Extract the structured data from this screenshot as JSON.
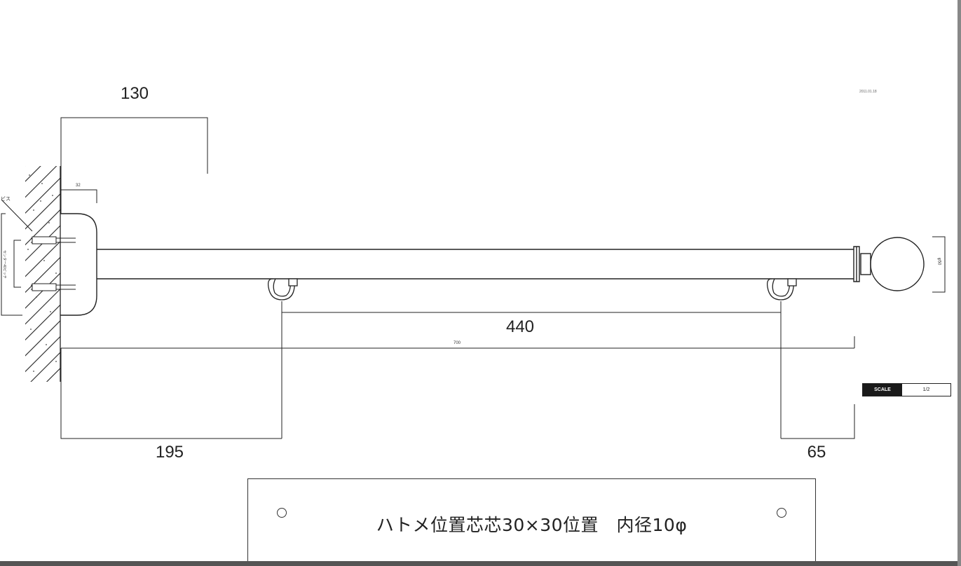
{
  "drawing": {
    "dimensions": {
      "bracket_depth": "130",
      "plate_offset": "32",
      "bracket_spacing": "440",
      "overall_length": "700",
      "wall_to_first_bracket": "195",
      "bracket_to_end": "65",
      "finial_diameter": "φ50"
    },
    "date_text": "2011.01.18",
    "wall_label": "ビス",
    "pitch_label": "センター40ピッチ",
    "scale": {
      "label": "SCALE",
      "value": "1/2"
    },
    "note": "ハトメ位置芯芯30×30位置　内径10φ"
  }
}
